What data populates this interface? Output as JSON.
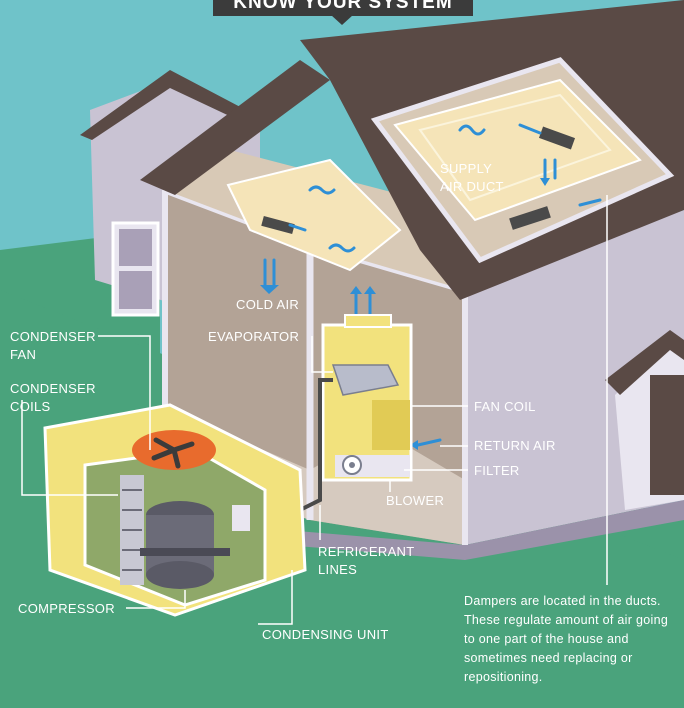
{
  "title": "KNOW YOUR SYSTEM",
  "labels": {
    "supply_air_duct": "SUPPLY\nAIR DUCT",
    "cold_air": "COLD AIR",
    "evaporator": "EVAPORATOR",
    "condenser_fan": "CONDENSER\nFAN",
    "condenser_coils": "CONDENSER\nCOILS",
    "fan_coil": "FAN COIL",
    "return_air": "RETURN AIR",
    "filter": "FILTER",
    "blower": "BLOWER",
    "refrigerant_lines": "REFRIGERANT\nLINES",
    "compressor": "COMPRESSOR",
    "condensing_unit": "CONDENSING UNIT"
  },
  "note": "Dampers are located in the ducts. These regulate amount of air going to one part of the house and sometimes need replacing or repositioning.",
  "colors": {
    "sky": "#6fc3c9",
    "ground": "#4aa37c",
    "roof": "#5a4a45",
    "wall": "#c9c3d3",
    "interior": "#b3a396",
    "unit": "#f2e27d",
    "duct": "#f5e4b8",
    "arrow": "#2e8fd6"
  }
}
